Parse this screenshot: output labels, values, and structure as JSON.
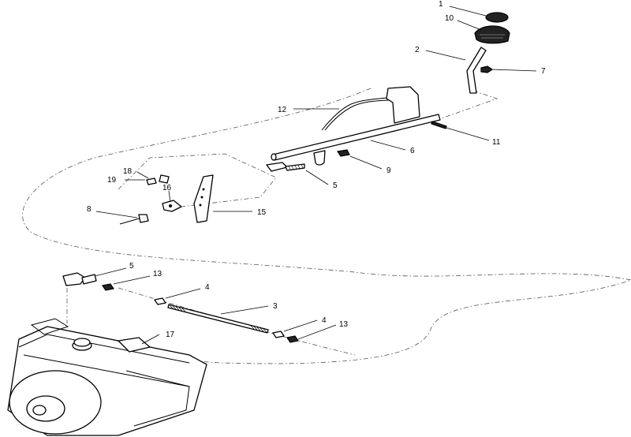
{
  "callouts": {
    "p1": "1",
    "p2": "2",
    "p3": "3",
    "p4a": "4",
    "p4b": "4",
    "p5a": "5",
    "p5b": "5",
    "p6": "6",
    "p7": "7",
    "p8": "8",
    "p9": "9",
    "p10": "10",
    "p11": "11",
    "p12": "12",
    "p13a": "13",
    "p13b": "13",
    "p15": "15",
    "p16": "16",
    "p17": "17",
    "p18": "18",
    "p19": "19"
  }
}
